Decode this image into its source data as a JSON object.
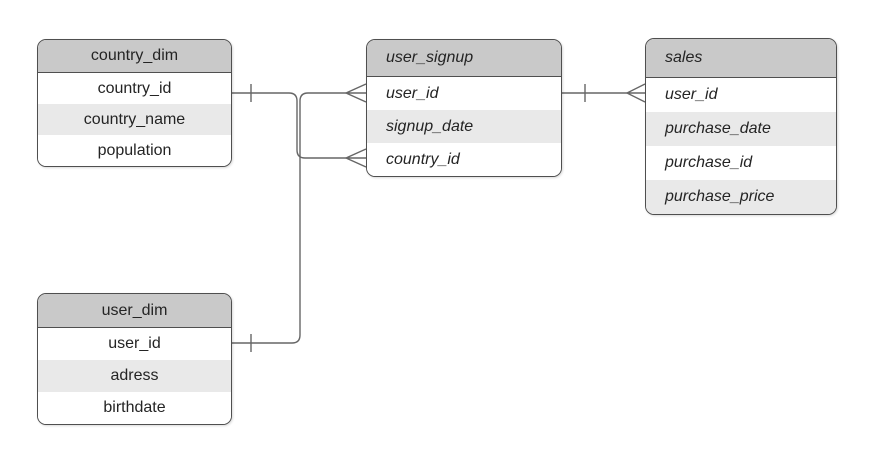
{
  "diagram": {
    "tables": [
      {
        "title": "country_dim",
        "columns": [
          "country_id",
          "country_name",
          "population"
        ]
      },
      {
        "title": "user_signup",
        "columns": [
          "user_id",
          "signup_date",
          "country_id"
        ]
      },
      {
        "title": "sales",
        "columns": [
          "user_id",
          "purchase_date",
          "purchase_id",
          "purchase_price"
        ]
      },
      {
        "title": "user_dim",
        "columns": [
          "user_id",
          "adress",
          "birthdate"
        ]
      }
    ],
    "relationships": [
      {
        "from_table": "country_dim",
        "from_column": "country_id",
        "to_table": "user_signup",
        "to_column": "country_id",
        "from_cardinality": "one",
        "to_cardinality": "many"
      },
      {
        "from_table": "user_dim",
        "from_column": "user_id",
        "to_table": "user_signup",
        "to_column": "user_id",
        "from_cardinality": "one",
        "to_cardinality": "many"
      },
      {
        "from_table": "user_signup",
        "from_column": "user_id",
        "to_table": "sales",
        "to_column": "user_id",
        "from_cardinality": "one",
        "to_cardinality": "many"
      }
    ],
    "colors": {
      "header_bg": "#c9c9c9",
      "row_bg": "#ffffff",
      "row_alt_bg": "#e9e9e9",
      "border": "#4f4f4f",
      "line": "#666666",
      "text": "#242424",
      "canvas_bg": "#ffffff"
    }
  }
}
